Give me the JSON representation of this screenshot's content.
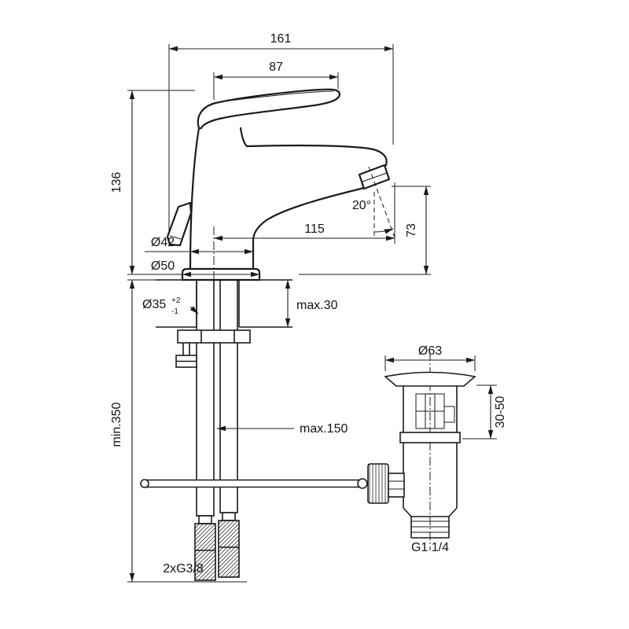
{
  "drawing": {
    "colors": {
      "line": "#1b1b1b",
      "background": "#ffffff"
    },
    "labels": {
      "overall_length": "161",
      "lever_length": "87",
      "height_to_lever": "136",
      "spout_reach": "115",
      "spout_height": "73",
      "spout_angle": "20°",
      "body_diameter": "Ø42",
      "base_diameter": "Ø50",
      "hole_diameter": "Ø35",
      "hole_tolerance_plus": "+2",
      "hole_tolerance_minus": "-1",
      "max_deck_thickness": "max.30",
      "min_hose_length": "min.350",
      "max_rod_length": "max.150",
      "waste_flange_diameter": "Ø63",
      "waste_height_adjust": "30-50",
      "waste_outlet_thread": "G1 1/4",
      "supply_hose_thread": "2xG3/8"
    }
  }
}
